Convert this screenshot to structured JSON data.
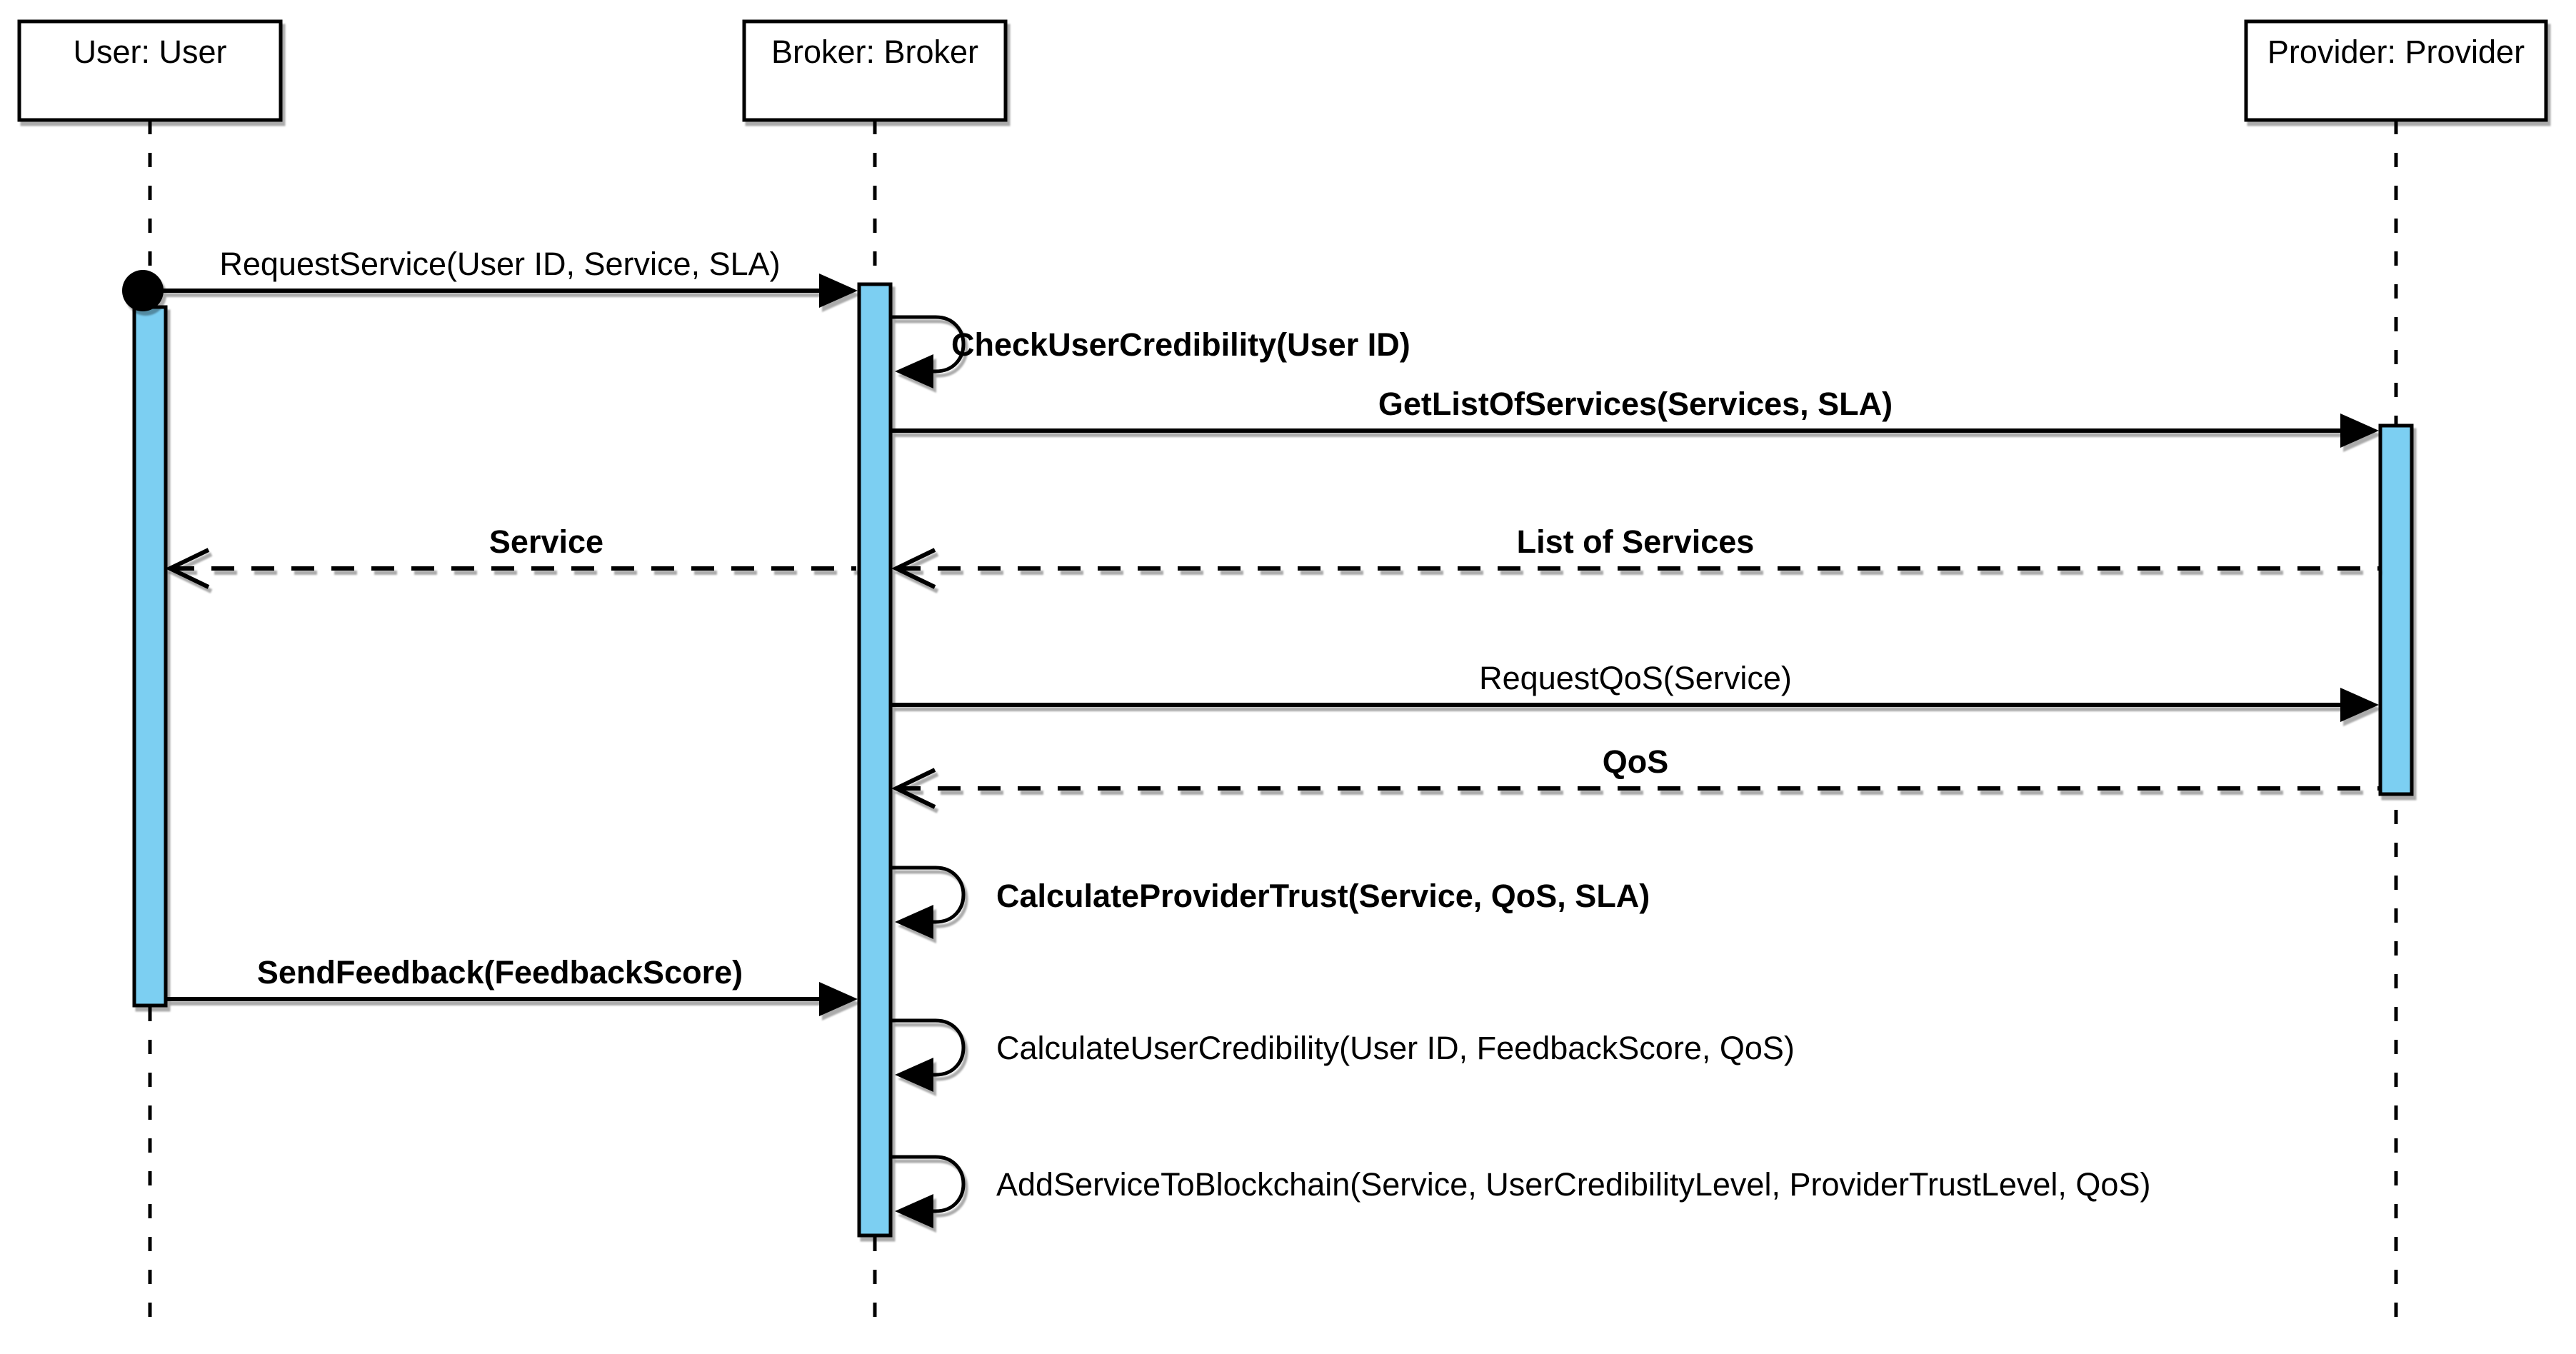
{
  "diagram": {
    "colors": {
      "activation_fill": "#7CCFF2",
      "stroke": "#000000",
      "background": "#FFFFFF"
    },
    "actors": [
      {
        "label": "User: User"
      },
      {
        "label": "Broker: Broker"
      },
      {
        "label": "Provider: Provider"
      }
    ],
    "messages": [
      {
        "label": "RequestService(User ID, Service, SLA)",
        "from": "User",
        "to": "Broker",
        "arrow": "solid-filled",
        "emphasis": "regular"
      },
      {
        "label": "CheckUserCredibility(User ID)",
        "from": "Broker",
        "to": "Broker",
        "arrow": "self",
        "emphasis": "bold"
      },
      {
        "label": "GetListOfServices(Services, SLA)",
        "from": "Broker",
        "to": "Provider",
        "arrow": "solid-filled",
        "emphasis": "bold"
      },
      {
        "label": "List of Services",
        "from": "Provider",
        "to": "Broker",
        "arrow": "dashed-open",
        "emphasis": "bold"
      },
      {
        "label": "Service",
        "from": "Broker",
        "to": "User",
        "arrow": "dashed-open",
        "emphasis": "bold"
      },
      {
        "label": "RequestQoS(Service)",
        "from": "Broker",
        "to": "Provider",
        "arrow": "solid-filled",
        "emphasis": "regular"
      },
      {
        "label": "QoS",
        "from": "Provider",
        "to": "Broker",
        "arrow": "dashed-open",
        "emphasis": "bold"
      },
      {
        "label": "CalculateProviderTrust(Service, QoS, SLA)",
        "from": "Broker",
        "to": "Broker",
        "arrow": "self",
        "emphasis": "bold"
      },
      {
        "label": "SendFeedback(FeedbackScore)",
        "from": "User",
        "to": "Broker",
        "arrow": "solid-filled",
        "emphasis": "bold"
      },
      {
        "label": "CalculateUserCredibility(User ID, FeedbackScore, QoS)",
        "from": "Broker",
        "to": "Broker",
        "arrow": "self",
        "emphasis": "regular"
      },
      {
        "label": "AddServiceToBlockchain(Service, UserCredibilityLevel, ProviderTrustLevel, QoS)",
        "from": "Broker",
        "to": "Broker",
        "arrow": "self",
        "emphasis": "regular"
      }
    ]
  }
}
